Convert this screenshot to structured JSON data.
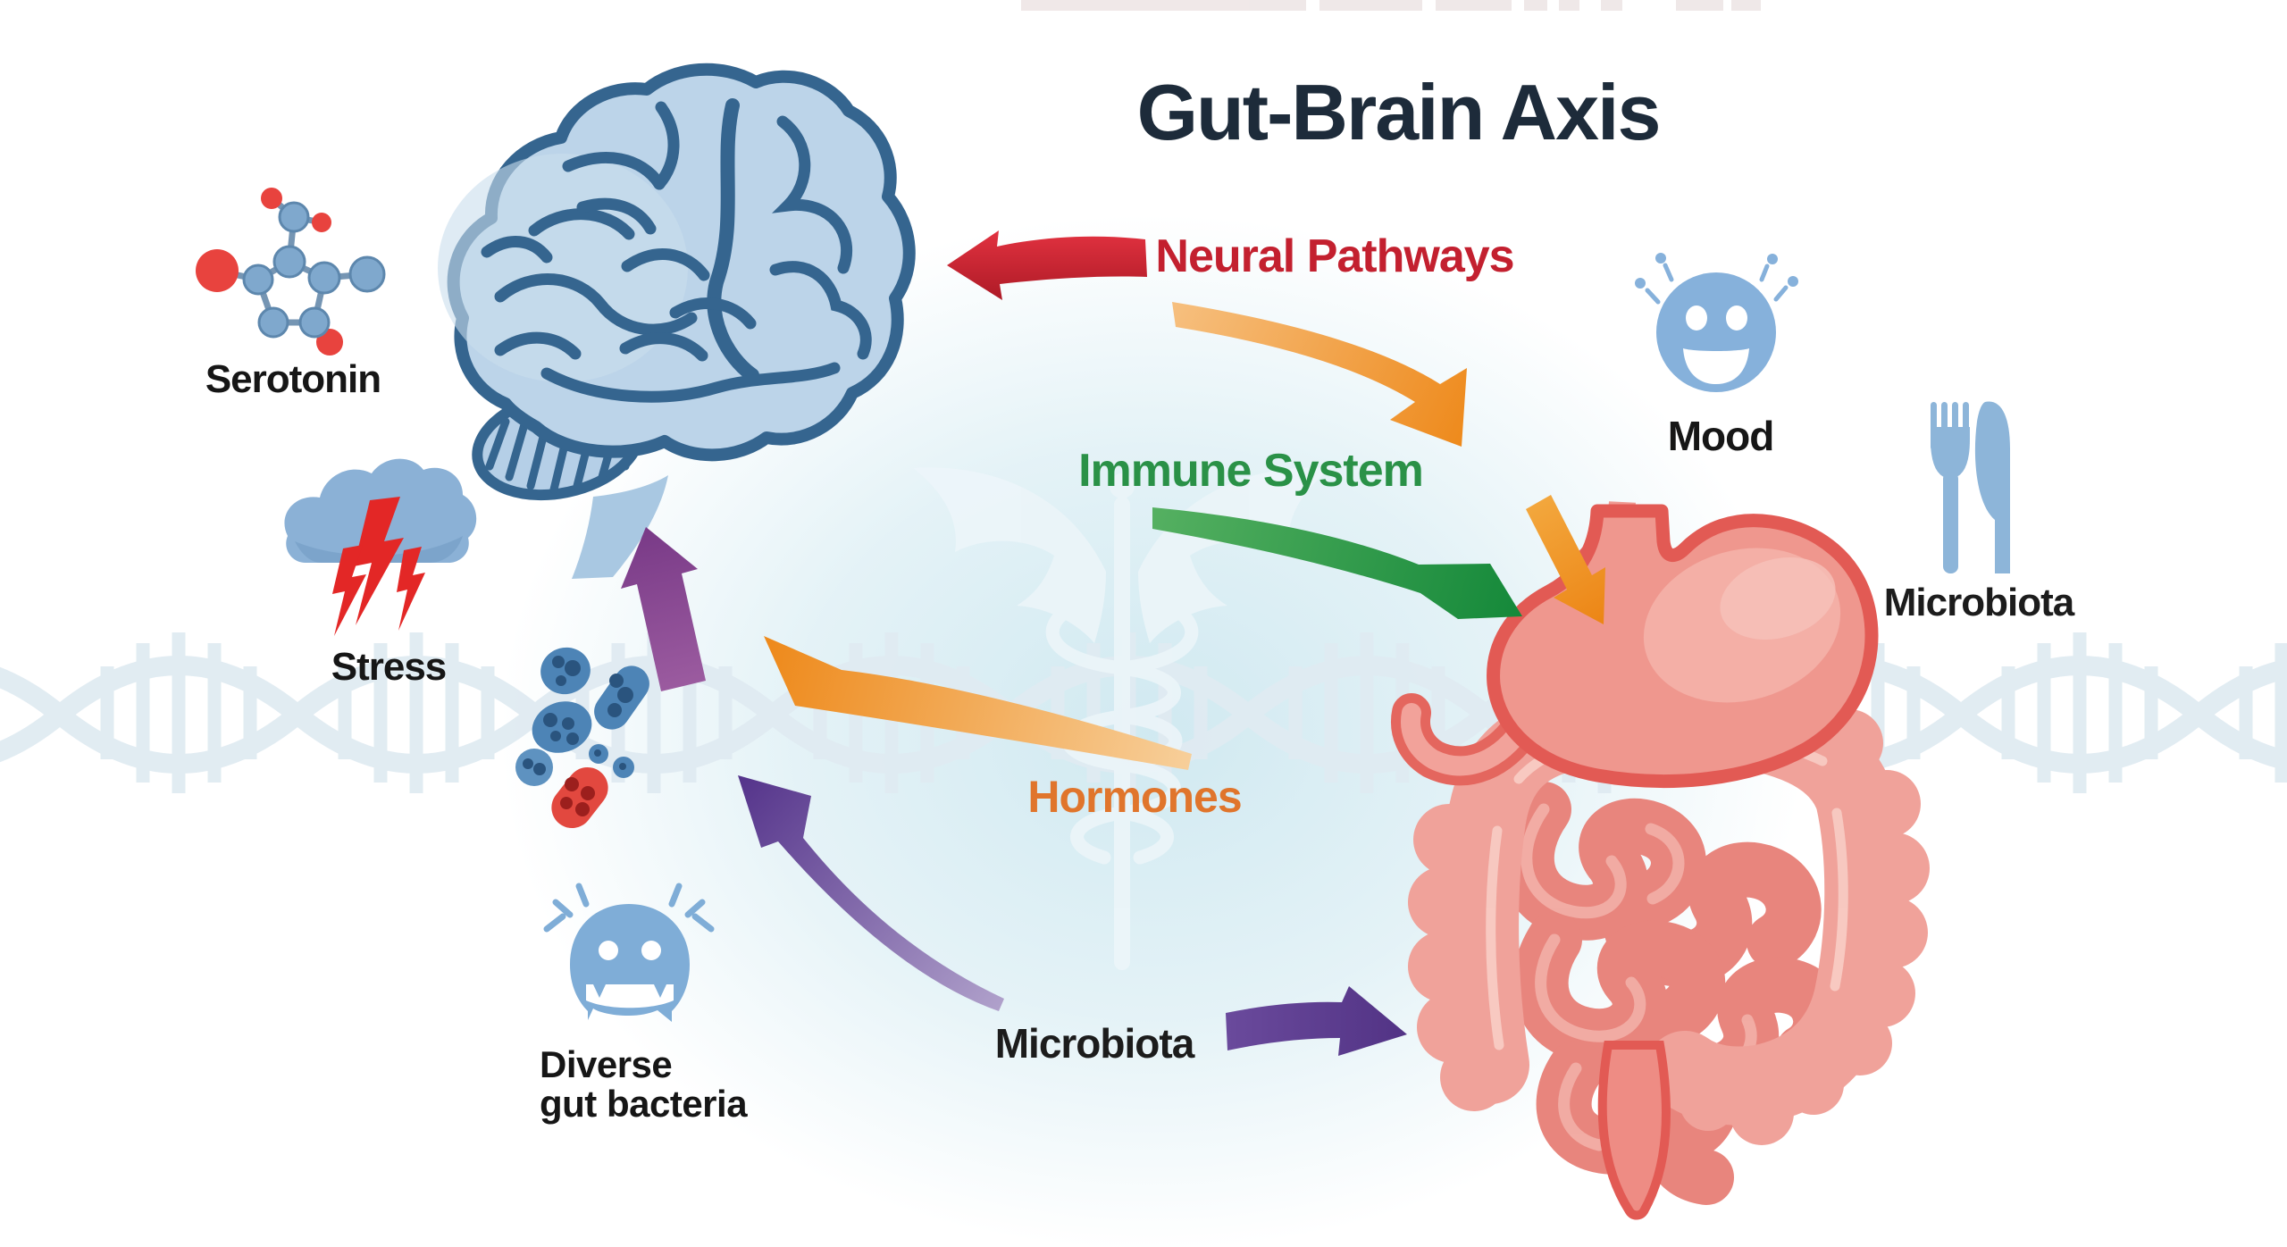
{
  "title": "Gut-Brain Axis",
  "labels": {
    "neural_pathways": "Neural Pathways",
    "immune_system": "Immune System",
    "hormones": "Hormones",
    "microbiota_lower": "Microbiota",
    "microbiota_right": "Microbiota",
    "serotonin": "Serotonin",
    "stress": "Stress",
    "mood": "Mood",
    "diverse_gut_bacteria_line1": "Diverse",
    "diverse_gut_bacteria_line2": "gut bacteria"
  },
  "colors": {
    "title": "#1d2b3a",
    "neural_pathways_red": "#c3202f",
    "immune_system_green": "#2a9147",
    "hormones_orange": "#e0752c",
    "microbiota_purple": "#5b3b8e",
    "bacteria_arrow_purple": "#8a4492",
    "body_text": "#1c1c1c",
    "brain_fill": "#bcd4e9",
    "brain_outline": "#35658f",
    "stomach_fill": "#ef978e",
    "intestine_fill": "#f0a29a",
    "icon_blue": "#86b1db",
    "watermark_blue": "#e0ebf2"
  },
  "illustrations": [
    "brain",
    "stomach-and-intestines",
    "serotonin-molecule",
    "stress-cloud",
    "gut-bacteria-cluster",
    "mood-smiley",
    "fork-and-knife",
    "gut-bacteria-monster",
    "caduceus-watermark",
    "dna-helix-watermark"
  ],
  "arrows": [
    {
      "name": "neural-pathways-arrow",
      "color": "red",
      "direction": "points left toward brain"
    },
    {
      "name": "brain-to-gut-arrow",
      "color": "orange",
      "direction": "curves down-right to stomach"
    },
    {
      "name": "immune-system-arrow",
      "color": "green",
      "direction": "curves down-right to gut"
    },
    {
      "name": "stomach-arrow",
      "color": "orange",
      "direction": "points down into stomach"
    },
    {
      "name": "hormones-arrow",
      "color": "orange",
      "direction": "curves up-left from gut"
    },
    {
      "name": "bacteria-to-brain-arrow",
      "color": "purple",
      "direction": "points up toward brain"
    },
    {
      "name": "microbiota-up-arrow",
      "color": "purple",
      "direction": "curves up-left"
    },
    {
      "name": "microbiota-to-gut-arrow",
      "color": "purple",
      "direction": "points right into gut"
    }
  ]
}
